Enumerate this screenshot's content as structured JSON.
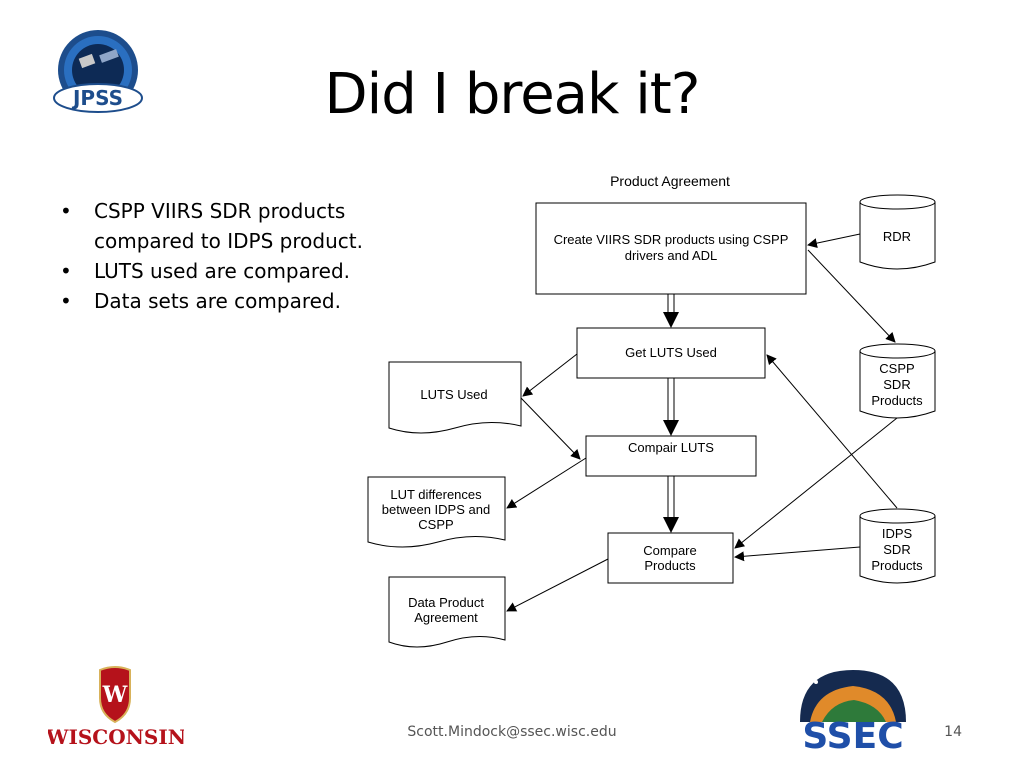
{
  "slide": {
    "title": "Did I break it?",
    "bullets": [
      "CSPP VIIRS SDR products compared to IDPS product.",
      "LUTS used are compared.",
      "Data sets are compared."
    ],
    "footer_email": "Scott.Mindock@ssec.wisc.edu",
    "page_number": "14"
  },
  "diagram": {
    "heading": "Product Agreement",
    "create_step": [
      "Create VIIRS SDR products using CSPP",
      "drivers and ADL"
    ],
    "get_luts": "Get LUTS Used",
    "compair_luts": "Compair LUTS",
    "compare_products": [
      "Compare",
      "Products"
    ],
    "rdr": "RDR",
    "cspp_products": [
      "CSPP",
      "SDR",
      "Products"
    ],
    "idps_products": [
      "IDPS",
      "SDR",
      "Products"
    ],
    "luts_used": "LUTS Used",
    "lut_differences": [
      "LUT differences",
      "between IDPS and",
      "CSPP"
    ],
    "data_product_agreement": [
      "Data Product",
      "Agreement"
    ]
  },
  "logos": {
    "jpss": "JPSS",
    "wisconsin": "WISCONSIN",
    "ssec": "SSEC"
  },
  "colors": {
    "wisconsin_red": "#b5121b",
    "ssec_blue": "#1f4fa8",
    "jpss_blue": "#2a5fa8"
  }
}
